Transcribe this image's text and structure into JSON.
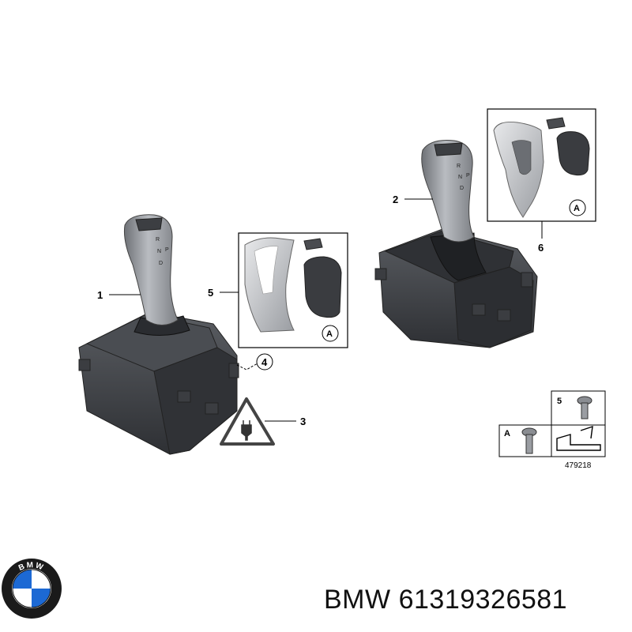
{
  "callouts": {
    "c1": "1",
    "c2": "2",
    "c3": "3",
    "c4": "4",
    "c5": "5",
    "c6": "6"
  },
  "detail_letter": "A",
  "legend": {
    "number": "5",
    "letter": "A",
    "reference": "479218"
  },
  "caption": {
    "brand": "BMW",
    "part_number": "61319326581"
  },
  "logo": {
    "text": "BMW",
    "ring_color": "#1a1a1a",
    "blue": "#1c69d4",
    "white": "#ffffff"
  },
  "colors": {
    "housing": "#3a3c40",
    "housing_light": "#55585d",
    "knob": "#8a8d92",
    "knob_light": "#b7babf",
    "line": "#000000"
  }
}
